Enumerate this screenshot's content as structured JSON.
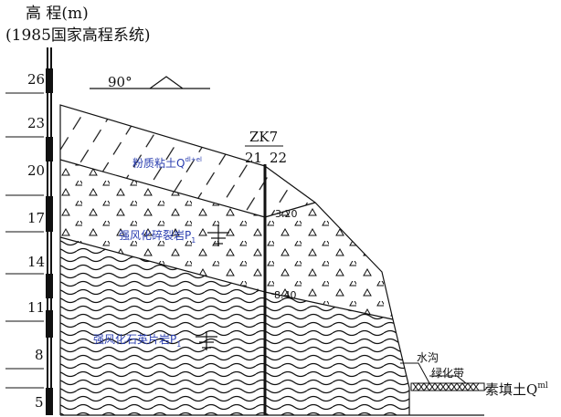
{
  "title": {
    "line1": "高 程(m)",
    "line2": "(1985国家高程系统)"
  },
  "elevation_scale": {
    "ticks": [
      "26",
      "23",
      "20",
      "17",
      "14",
      "11",
      "8",
      "5"
    ]
  },
  "orientation": {
    "label": "90°"
  },
  "borehole": {
    "id": "ZK7",
    "left_value": "21",
    "right_value": "22",
    "depth_labels": [
      "3.20",
      "8.40"
    ]
  },
  "layers": [
    {
      "label": "粉质粘土Q",
      "superscript": "dl+el",
      "pattern": "diagonal-hatch"
    },
    {
      "label": "强风化碎裂岩P",
      "subscript": "1",
      "pattern": "triangles"
    },
    {
      "label": "强风化石英片岩P",
      "subscript": "1",
      "pattern": "wavy-lines"
    }
  ],
  "annotations": {
    "ditch": "水沟",
    "green_belt": "绿化带",
    "fill_soil": "素填土Q",
    "fill_soil_sup": "ml"
  },
  "colors": {
    "lines": "#111111",
    "layer_text": "#2b3fb0",
    "background": "#ffffff"
  }
}
